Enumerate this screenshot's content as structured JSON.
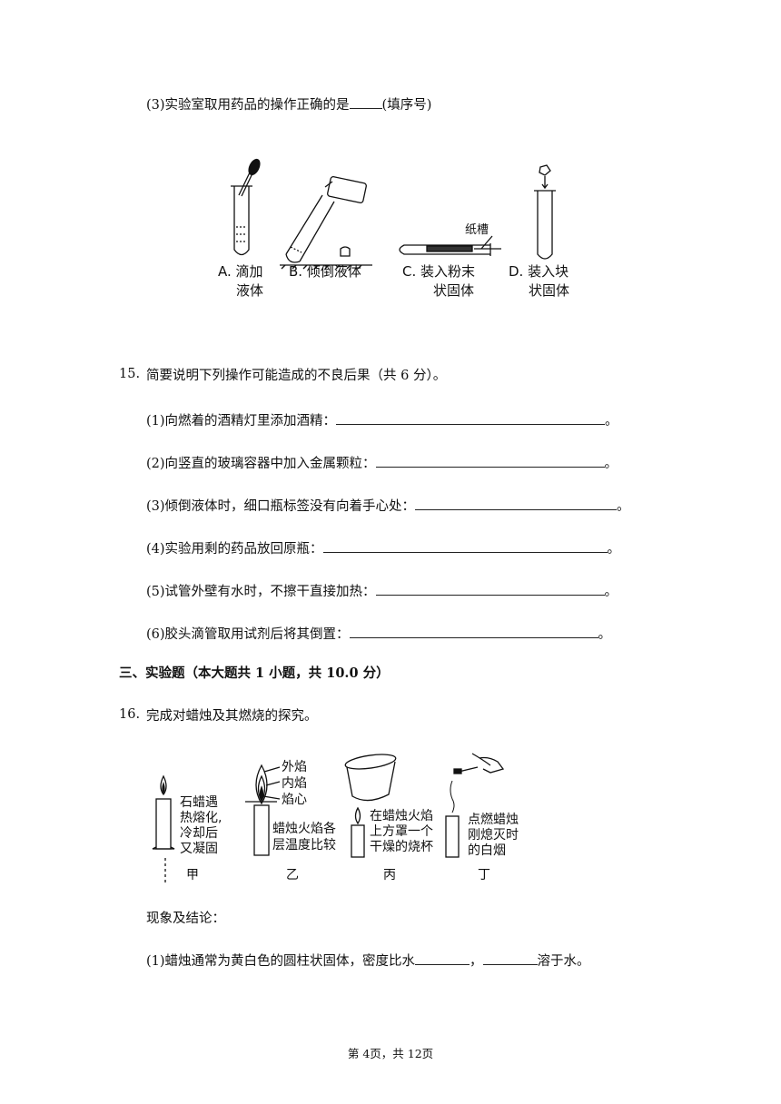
{
  "q14": {
    "part3_prefix": "(3)实验室取用药品的操作正确的是",
    "part3_suffix": "(填序号)"
  },
  "fig14": {
    "a_label1": "A. 滴加",
    "a_label2": "液体",
    "b_label": "B. 倾倒液体",
    "c_label1": "C. 装入粉末",
    "c_label2": "状固体",
    "c_tag": "纸槽",
    "d_label1": "D. 装入块",
    "d_label2": "状固体"
  },
  "q15": {
    "number": "15.",
    "stem": "简要说明下列操作可能造成的不良后果（共 6 分）。",
    "items": [
      "(1)向燃着的酒精灯里添加酒精：",
      "(2)向竖直的玻璃容器中加入金属颗粒：",
      "(3)倾倒液体时，细口瓶标签没有向着手心处：",
      "(4)实验用剩的药品放回原瓶：",
      "(5)试管外壁有水时，不擦干直接加热：",
      "(6)胶头滴管取用试剂后将其倒置："
    ],
    "end_mark": "。"
  },
  "section3": {
    "title": "三、实验题（本大题共 1 小题，共 10.0 分）"
  },
  "q16": {
    "number": "16.",
    "stem": "完成对蜡烛及其燃烧的探究。",
    "fig": {
      "jia_text": [
        "石蜡遇",
        "热熔化,",
        "冷却后",
        "又凝固"
      ],
      "jia_label": "甲",
      "yi_flames": [
        "外焰",
        "内焰",
        "焰心"
      ],
      "yi_text": [
        "蜡烛火焰各",
        "层温度比较"
      ],
      "yi_label": "乙",
      "bing_text": [
        "在蜡烛火焰",
        "上方罩一个",
        "干燥的烧杯"
      ],
      "bing_label": "丙",
      "ding_text": [
        "点燃蜡烛",
        "刚熄灭时",
        "的白烟"
      ],
      "ding_label": "丁"
    },
    "phenomena": "现象及结论：",
    "part1_a": "(1)蜡烛通常为黄白色的圆柱状固体，密度比水",
    "part1_b": "，",
    "part1_c": "溶于水。"
  },
  "footer": {
    "page_text": "第 4页，共 12页"
  }
}
